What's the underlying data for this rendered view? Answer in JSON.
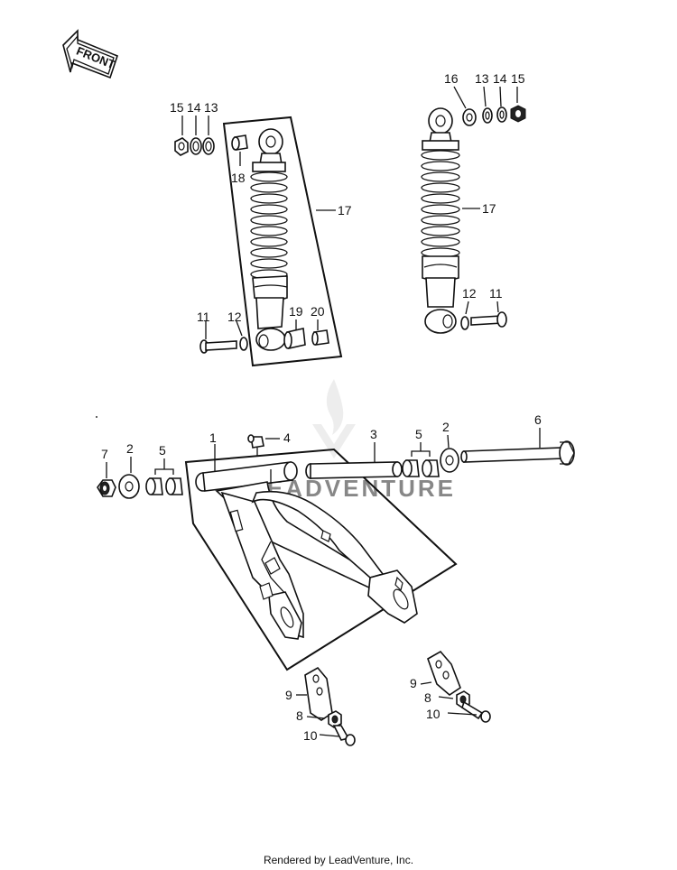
{
  "front_label": "FRONT",
  "footer_text": "Rendered by LeadVenture, Inc.",
  "watermark": "LEADVENTURE",
  "callouts": {
    "c1": "1",
    "c2a": "2",
    "c2b": "2",
    "c3": "3",
    "c4": "4",
    "c5a": "5",
    "c5b": "5",
    "c6": "6",
    "c7": "7",
    "c8a": "8",
    "c8b": "8",
    "c9a": "9",
    "c9b": "9",
    "c10a": "10",
    "c10b": "10",
    "c11a": "11",
    "c11b": "11",
    "c12a": "12",
    "c12b": "12",
    "c13a": "13",
    "c13b": "13",
    "c14a": "14",
    "c14b": "14",
    "c15a": "15",
    "c15b": "15",
    "c16": "16",
    "c17a": "17",
    "c17b": "17",
    "c18": "18",
    "c19": "19",
    "c20": "20"
  }
}
